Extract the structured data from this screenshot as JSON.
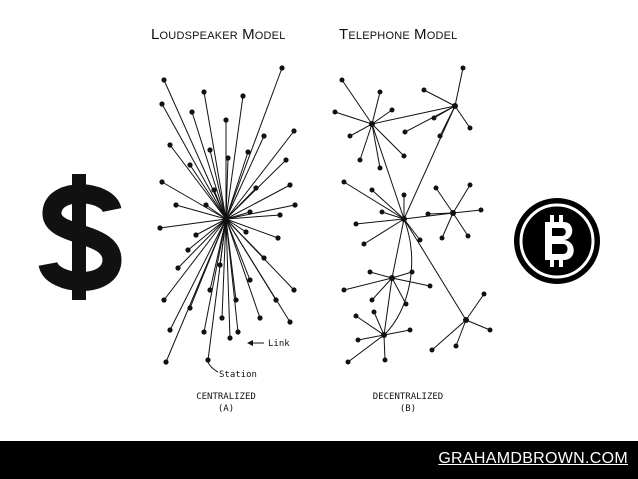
{
  "titles": {
    "loudspeaker": "Loudspeaker Model",
    "telephone": "Telephone Model"
  },
  "diagram": {
    "left_labels": {
      "link": "Link",
      "station": "Station",
      "caption": "CENTRALIZED",
      "sub": "(A)"
    },
    "right_labels": {
      "caption": "DECENTRALIZED",
      "sub": "(B)"
    }
  },
  "icons": {
    "left": "dollar-sign-icon",
    "right": "bitcoin-icon"
  },
  "footer": {
    "link_text": "GRAHAMDBROWN.COM"
  }
}
